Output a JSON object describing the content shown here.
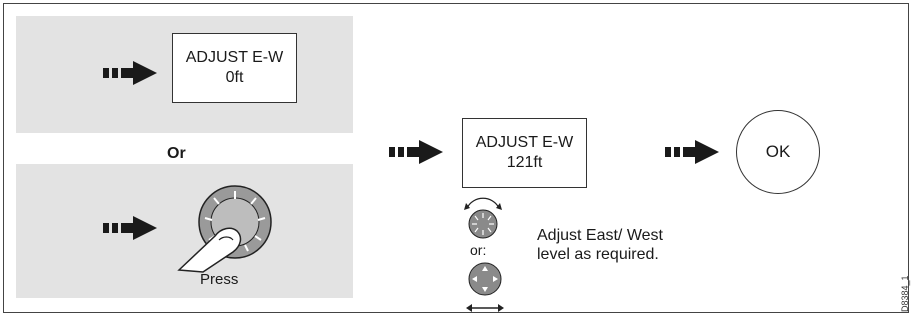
{
  "option_a": {
    "display_line1": "ADJUST E-W",
    "display_line2": "0ft"
  },
  "separator": "Or",
  "option_b": {
    "action_label": "Press"
  },
  "result_display": {
    "line1": "ADJUST E-W",
    "line2": "121ft"
  },
  "ok_button": "OK",
  "alt_label": "or:",
  "instruction": {
    "line1": "Adjust East/ West",
    "line2": "level as required."
  },
  "figure_code": "D8384_1",
  "icons": [
    "step-arrow-icon",
    "rotary-knob-press-icon",
    "rotary-knob-icon",
    "direction-pad-icon"
  ],
  "colors": {
    "panel_background": "#e3e3e3",
    "ink": "#1a1a1a",
    "knob_fill": "#8a8a8a"
  }
}
